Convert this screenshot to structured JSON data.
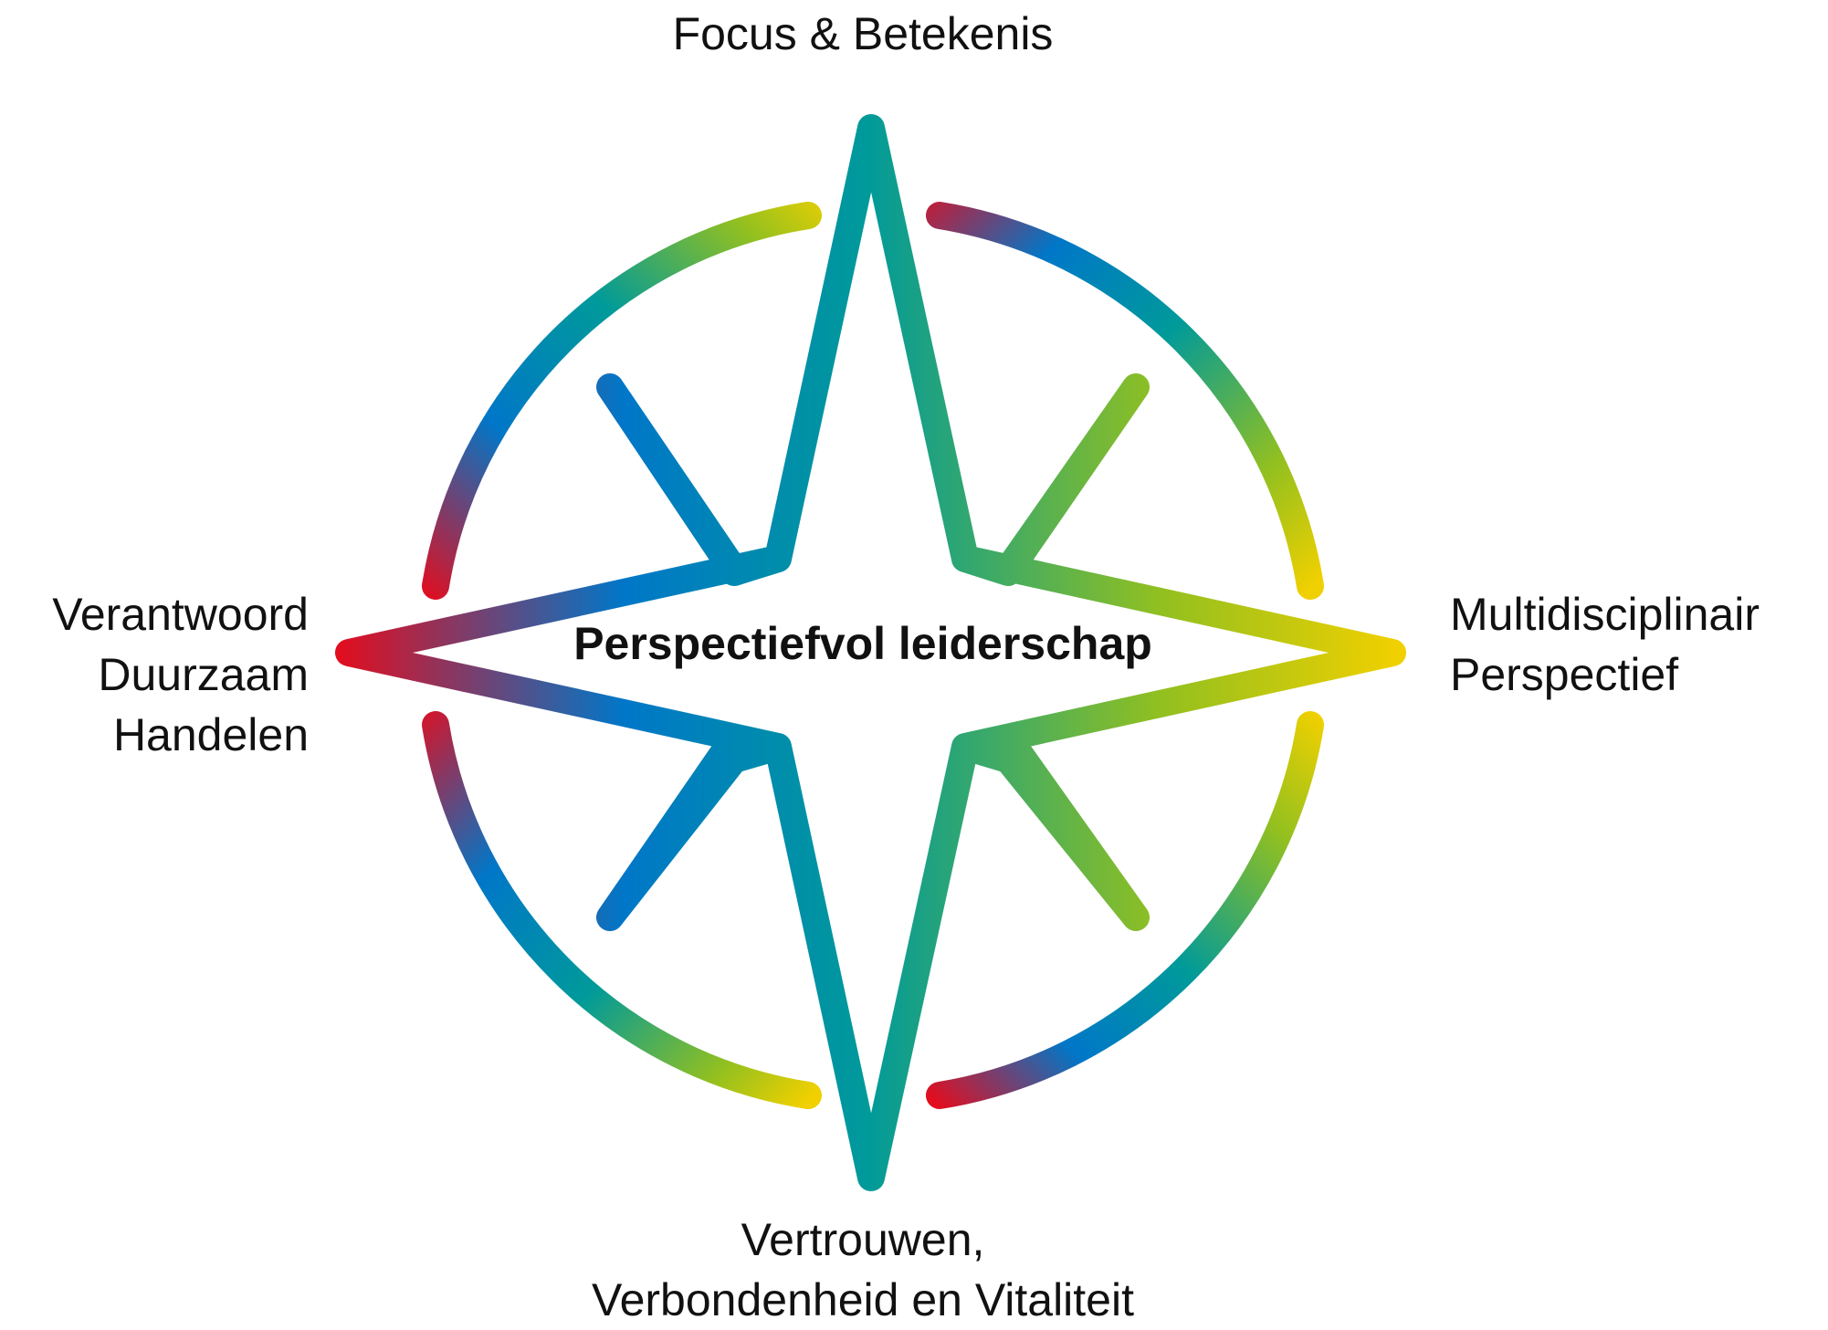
{
  "diagram": {
    "center_label": "Perspectiefvol leiderschap",
    "labels": {
      "top": [
        "Focus & Betekenis"
      ],
      "left": [
        "Verantwoord",
        "Duurzaam",
        "Handelen"
      ],
      "right": [
        "Multidisciplinair",
        "Perspectief"
      ],
      "bottom": [
        "Vertrouwen,",
        "Verbondenheid en Vitaliteit"
      ]
    },
    "gradient_colors": [
      "#e30d1e",
      "#0077c8",
      "#009a9a",
      "#93c01f",
      "#f0d000"
    ]
  }
}
